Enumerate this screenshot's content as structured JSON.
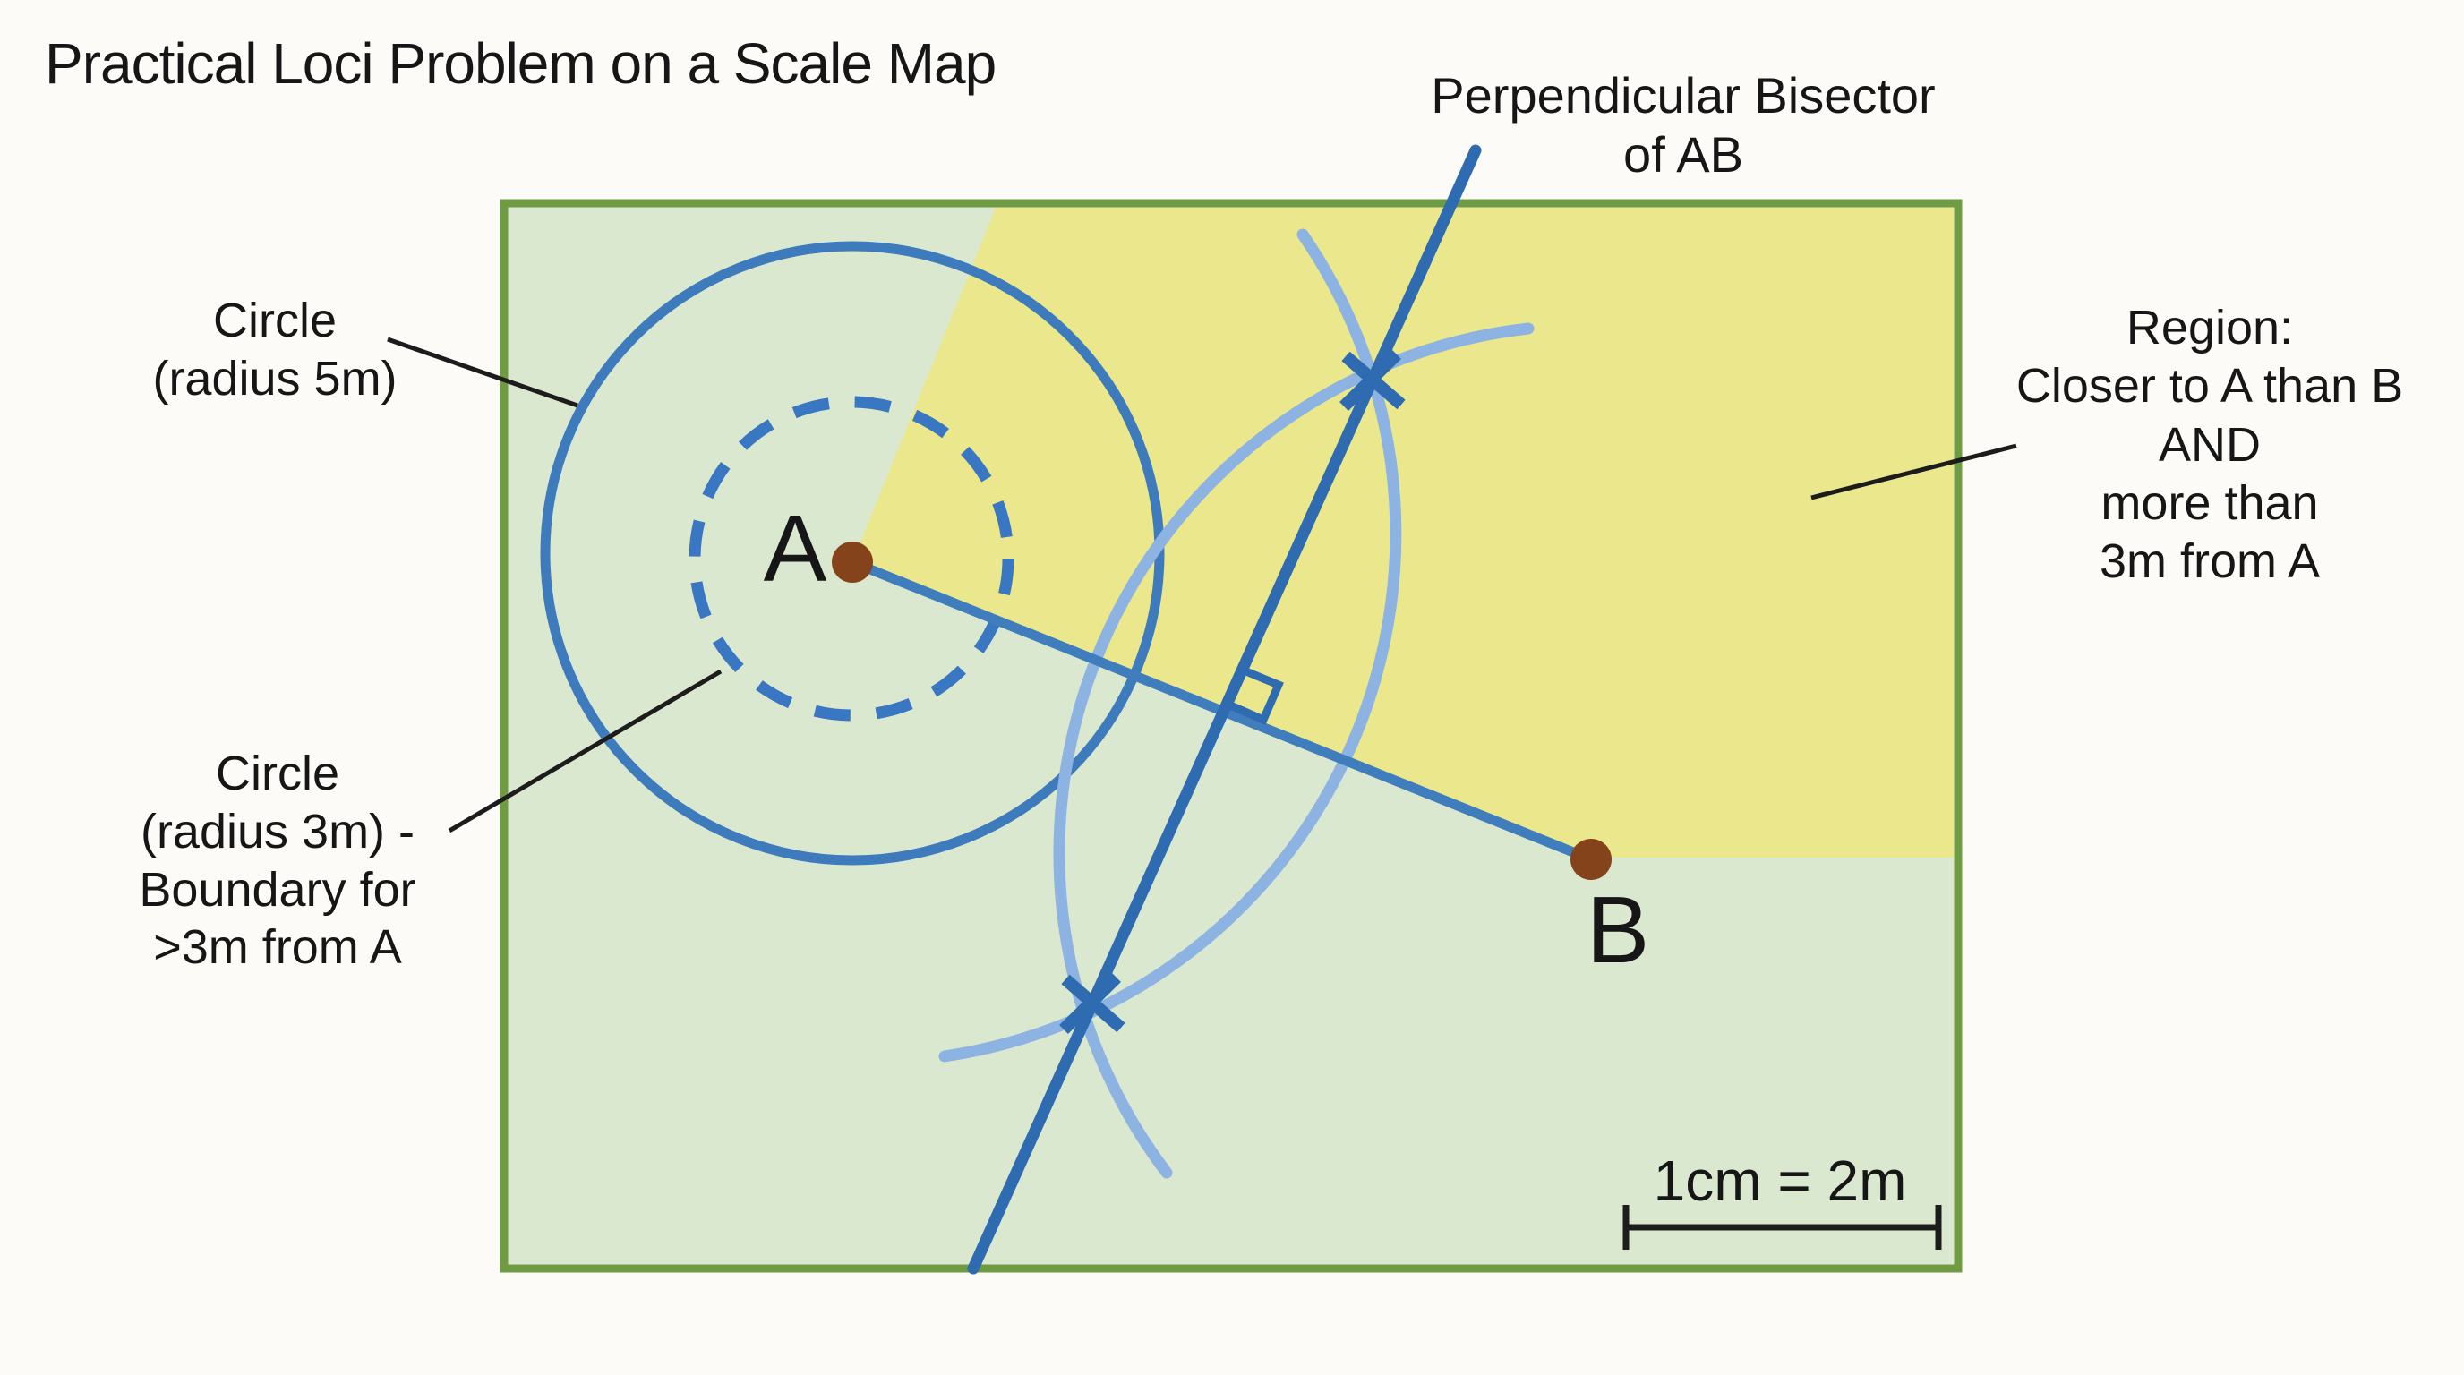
{
  "page": {
    "title": "Practical Loci Problem on a Scale Map"
  },
  "map": {
    "scale_label": "1cm = 2m",
    "point_a": "A",
    "point_b": "B"
  },
  "annotations": {
    "perp_bisector": [
      "Perpendicular Bisector",
      "of AB"
    ],
    "circle5": [
      "Circle",
      "(radius 5m)"
    ],
    "circle3": [
      "Circle",
      "(radius 3m) -",
      "Boundary for",
      ">3m from A"
    ],
    "region": [
      "Region:",
      "Closer to A than B",
      "AND",
      "more than",
      "3m from A"
    ]
  },
  "colors": {
    "background": "#fcfbf7",
    "map_fill": "#dbe8d0",
    "map_border": "#6f9c42",
    "region_yellow": "#ebe78c",
    "circle_blue": "#3e7bbc",
    "dashed_circle_blue": "#3a77c3",
    "ab_line_blue": "#3f7dbd",
    "bisector_blue": "#2e6bb0",
    "arc_light_blue": "#8db3e3",
    "point_dot_brown": "#84431b",
    "leader_black": "#1c1c1c",
    "text": "#161616"
  }
}
